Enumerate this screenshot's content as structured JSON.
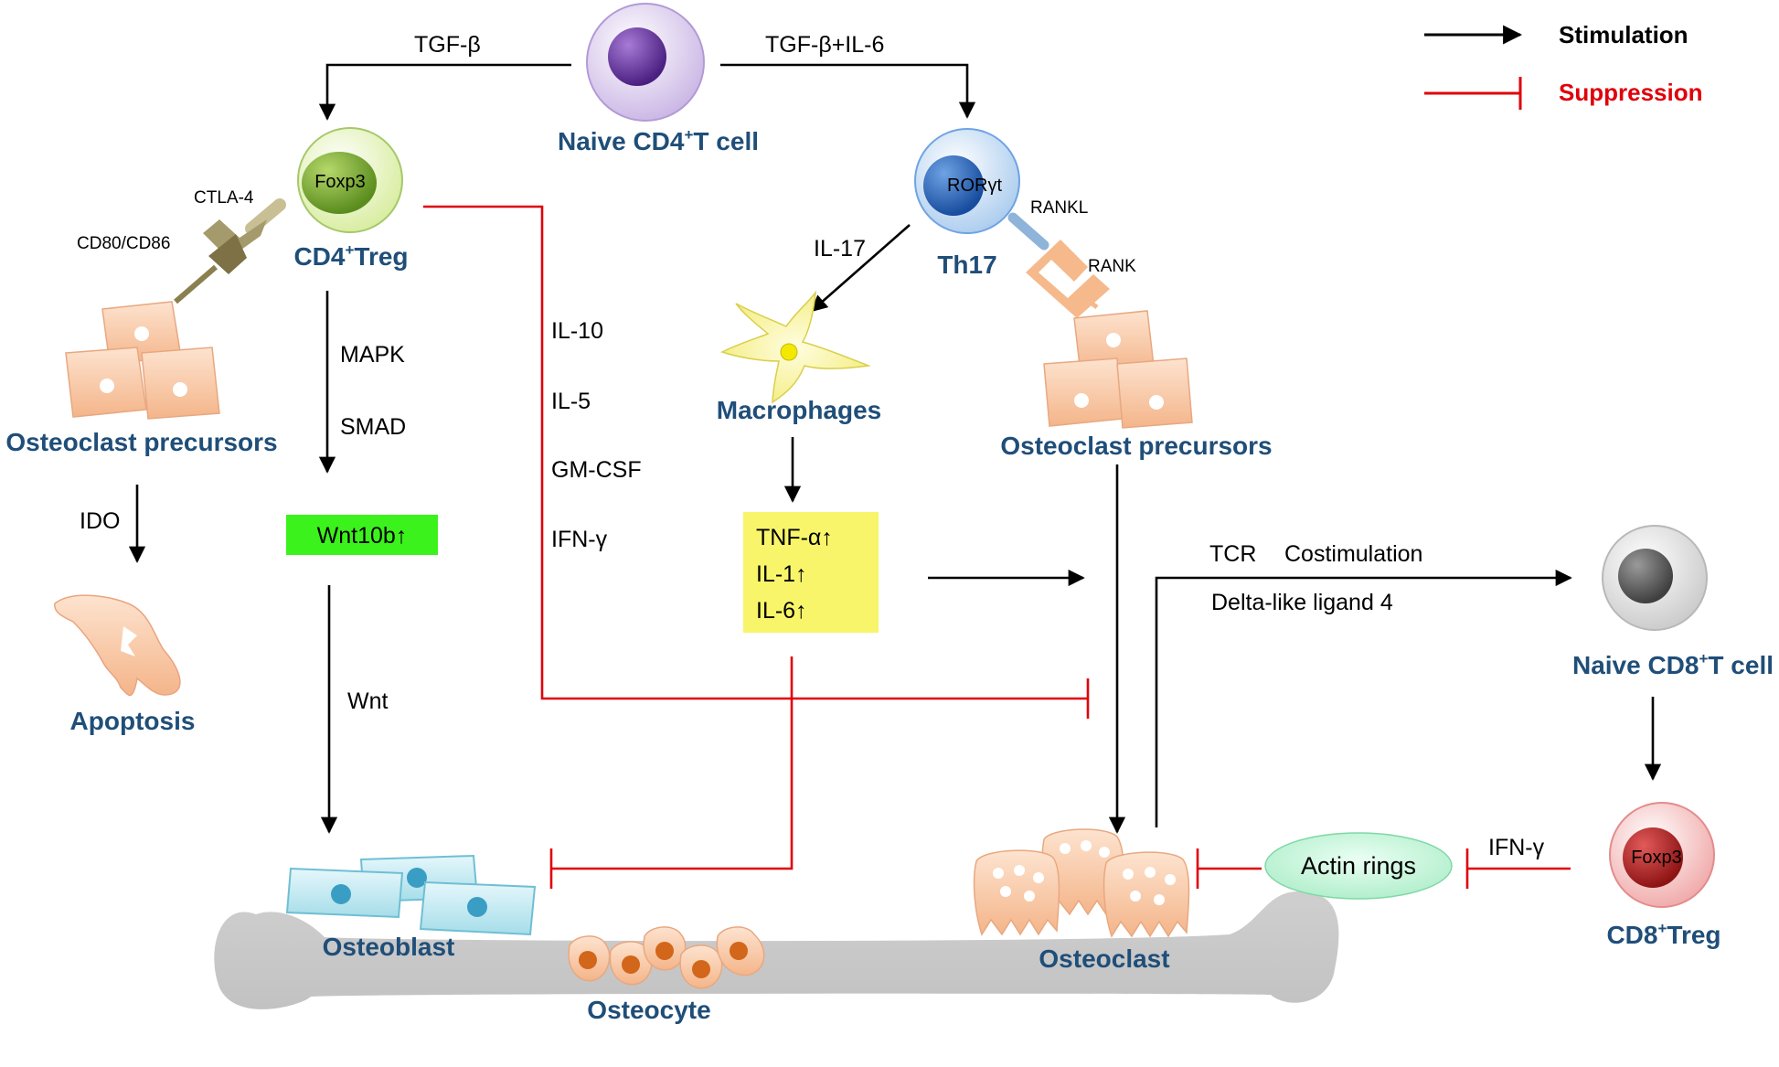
{
  "legend": {
    "stimulation": "Stimulation",
    "suppression": "Suppression",
    "stimulation_color": "#000000",
    "suppression_color": "#e0000a"
  },
  "cells": {
    "naive_cd4": "Naive CD4",
    "naive_cd4_sup": "+",
    "naive_cd4_suffix": "T cell",
    "cd4_treg_prefix": "CD4",
    "cd4_treg_sup": "+",
    "cd4_treg_suffix": "Treg",
    "cd4_treg_nucleus": "Foxp3",
    "th17": "Th17",
    "th17_nucleus": "RORγt",
    "naive_cd8": "Naive CD8",
    "naive_cd8_sup": "+",
    "naive_cd8_suffix": "T cell",
    "cd8_treg_prefix": "CD8",
    "cd8_treg_sup": "+",
    "cd8_treg_suffix": "Treg",
    "cd8_treg_nucleus": "Foxp3",
    "osteoclast_precursors_left": "Osteoclast precursors",
    "osteoclast_precursors_right": "Osteoclast precursors",
    "apoptosis": "Apoptosis",
    "macrophages": "Macrophages",
    "osteoblast": "Osteoblast",
    "osteocyte": "Osteocyte",
    "osteoclast": "Osteoclast",
    "actin_rings": "Actin rings"
  },
  "labels": {
    "tgf_beta": "TGF-β",
    "tgf_beta_il6": "TGF-β+IL-6",
    "ctla4": "CTLA-4",
    "cd80_cd86": "CD80/CD86",
    "rankl": "RANKL",
    "rank": "RANK",
    "il17": "IL-17",
    "mapk": "MAPK",
    "smad": "SMAD",
    "ido": "IDO",
    "wnt": "Wnt",
    "il10": "IL-10",
    "il5": "IL-5",
    "gmcsf": "GM-CSF",
    "ifng_left": "IFN-γ",
    "tcr": "TCR",
    "costimulation": "Costimulation",
    "delta_like": "Delta-like ligand 4",
    "ifng_right": "IFN-γ"
  },
  "boxes": {
    "wnt10b": "Wnt10b↑",
    "wnt10b_color": "#3cf21c",
    "cytokines": [
      "TNF-α↑",
      "IL-1↑",
      "IL-6↑"
    ],
    "cytokines_color": "#f8f56a"
  }
}
